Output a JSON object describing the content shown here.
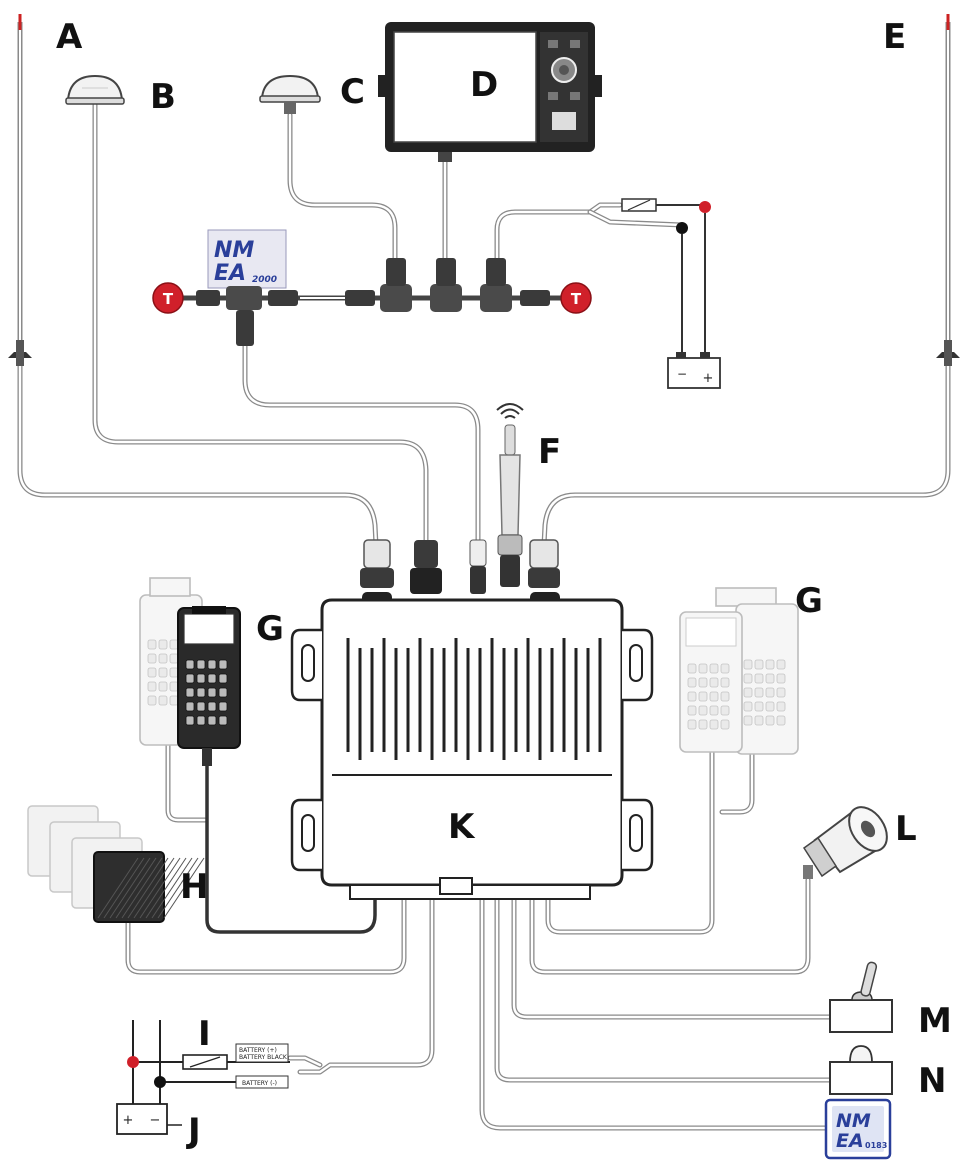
{
  "labels": {
    "a": "A",
    "b": "B",
    "c": "C",
    "d": "D",
    "e": "E",
    "f": "F",
    "g_left": "G",
    "g_right": "G",
    "h": "H",
    "i": "I",
    "j": "J",
    "k": "K",
    "l": "L",
    "m": "M",
    "n": "N"
  },
  "terminator": {
    "left": "T",
    "right": "T"
  },
  "nmea2000_badge": {
    "line1": "NM",
    "line2": "EA",
    "suffix": "2000"
  },
  "nmea0183_badge": {
    "line1": "NM",
    "line2": "EA",
    "suffix": "0183"
  },
  "battery_top": {
    "neg": "−",
    "pos": "+"
  },
  "battery_bottom": {
    "pos": "+",
    "neg": "−"
  },
  "power_tags": {
    "tag1_line1": "BATTERY (+)",
    "tag1_line2": "BATTERY BLACK",
    "tag2": "BATTERY (-)"
  },
  "colors": {
    "terminator": "#d0202a",
    "nmea_blue": "#2a3f9a",
    "positive_dot": "#d0202a",
    "negative_dot": "#111111",
    "antenna_tip": "#cc2222"
  },
  "icons": [
    "vhf-antenna-icon",
    "gps-antenna-icon",
    "display-icon",
    "wifi-icon",
    "handset-icon",
    "speaker-icon",
    "loudhailer-icon",
    "switch-icon",
    "alarm-button-icon",
    "battery-icon",
    "fuse-icon"
  ]
}
